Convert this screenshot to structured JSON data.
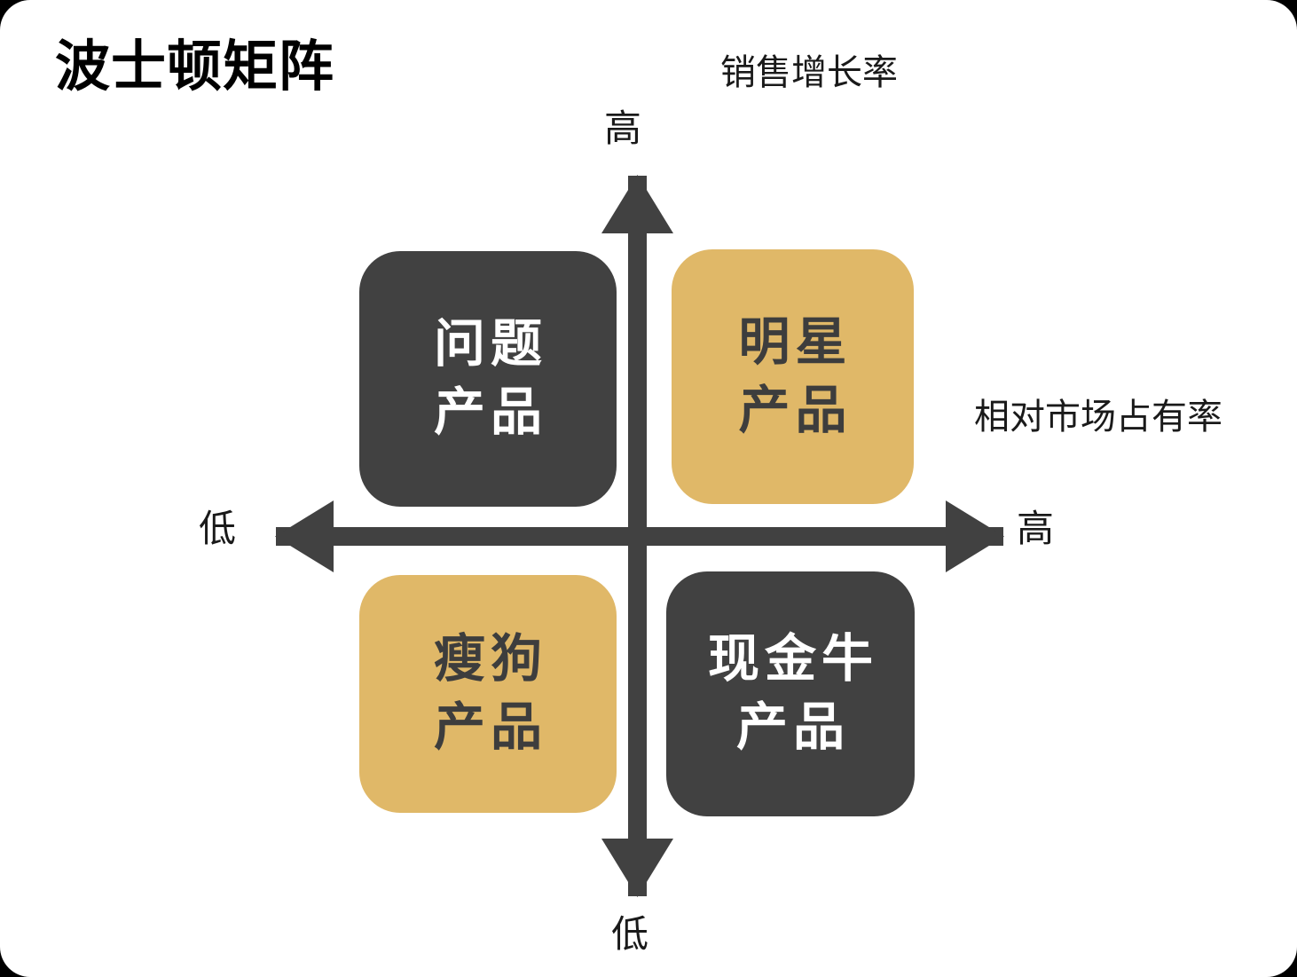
{
  "page": {
    "title": "波士顿矩阵",
    "background_color": "#ffffff",
    "outside_color": "#000000"
  },
  "axes": {
    "vertical": {
      "label": "销售增长率",
      "high_tick": "高",
      "low_tick": "低"
    },
    "horizontal": {
      "label": "相对市场占有率",
      "low_tick": "低",
      "high_tick": "高"
    },
    "color": "#414141"
  },
  "quadrants": [
    {
      "id": "question",
      "position": "top-left",
      "line1": "问题",
      "line2": "产品",
      "fill": "#414141",
      "text_color": "#ffffff"
    },
    {
      "id": "star",
      "position": "top-right",
      "line1": "明星",
      "line2": "产品",
      "fill": "#e0b868",
      "text_color": "#3d3d3d"
    },
    {
      "id": "dog",
      "position": "bottom-left",
      "line1": "瘦狗",
      "line2": "产品",
      "fill": "#e0b868",
      "text_color": "#3d3d3d"
    },
    {
      "id": "cash-cow",
      "position": "bottom-right",
      "line1": "现金牛",
      "line2": "产品",
      "fill": "#414141",
      "text_color": "#ffffff"
    }
  ],
  "chart_data": {
    "type": "scatter",
    "title": "波士顿矩阵",
    "xlabel": "相对市场占有率",
    "ylabel": "销售增长率",
    "x_ticks": [
      "低",
      "高"
    ],
    "y_ticks": [
      "低",
      "高"
    ],
    "grid": false,
    "legend": "none",
    "categories": [
      "问题产品",
      "明星产品",
      "瘦狗产品",
      "现金牛产品"
    ],
    "quadrant_map": [
      {
        "name": "问题产品",
        "market_share": "低",
        "growth_rate": "高"
      },
      {
        "name": "明星产品",
        "market_share": "高",
        "growth_rate": "高"
      },
      {
        "name": "瘦狗产品",
        "market_share": "低",
        "growth_rate": "低"
      },
      {
        "name": "现金牛产品",
        "market_share": "高",
        "growth_rate": "低"
      }
    ]
  }
}
